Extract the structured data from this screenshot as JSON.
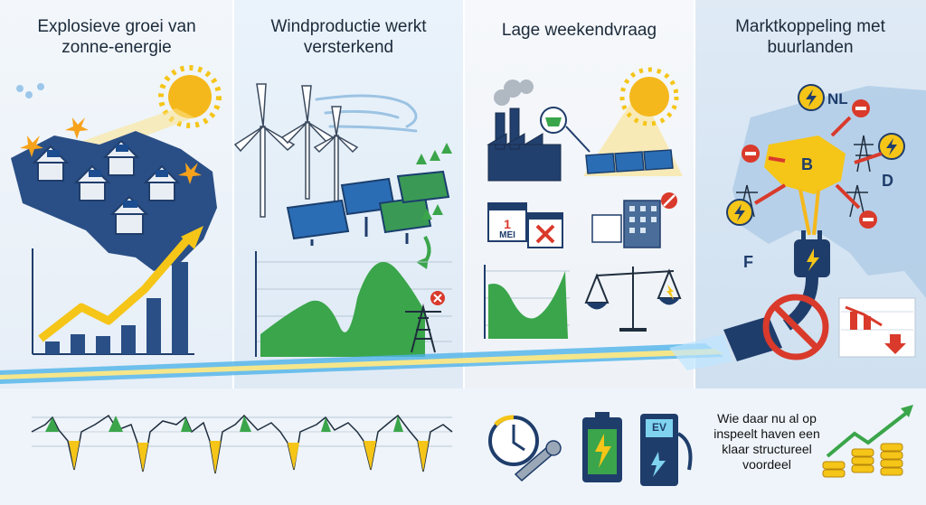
{
  "panels": [
    {
      "title": "Explosieve groei van zonne-energie"
    },
    {
      "title": "Windproductie werkt versterkend"
    },
    {
      "title": "Lage weekendvraag"
    },
    {
      "title": "Marktkoppeling met buurlanden"
    }
  ],
  "calendar": {
    "day": "1",
    "month": "MEI"
  },
  "map_labels": {
    "nl": "NL",
    "b": "B",
    "d": "D",
    "f": "F"
  },
  "ev_label": "EV",
  "tagline": "Wie daar nu al op inspeelt haven een klaar structureel voordeel",
  "colors": {
    "solar_yellow": "#f5c518",
    "navy": "#1f3d6b",
    "green": "#3aa54a",
    "red": "#d93a2b",
    "light_blue": "#4fb3e8"
  }
}
